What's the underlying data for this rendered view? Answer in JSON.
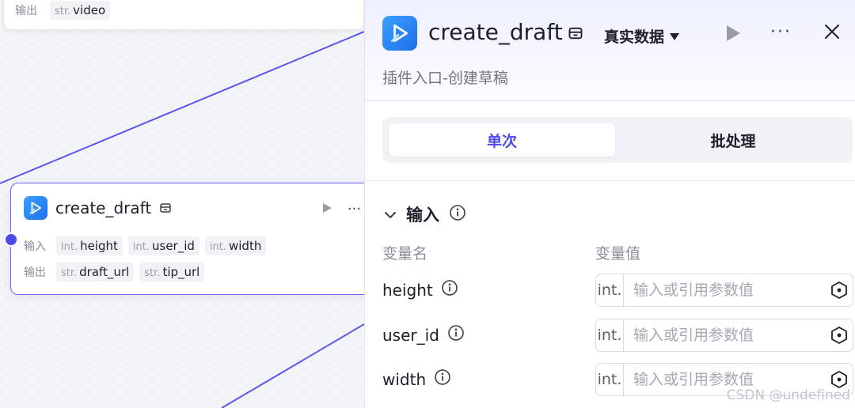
{
  "canvas": {
    "top_node": {
      "output_label": "输出",
      "outputs": [
        {
          "type": "str.",
          "name": "video"
        }
      ]
    },
    "node": {
      "title": "create_draft",
      "input_label": "输入",
      "output_label": "输出",
      "inputs": [
        {
          "type": "int.",
          "name": "height"
        },
        {
          "type": "int.",
          "name": "user_id"
        },
        {
          "type": "int.",
          "name": "width"
        }
      ],
      "outputs": [
        {
          "type": "str.",
          "name": "draft_url"
        },
        {
          "type": "str.",
          "name": "tip_url"
        }
      ],
      "more_label": "···"
    },
    "edge_color": "#5b58e8"
  },
  "panel": {
    "title": "create_draft",
    "mode_label": "真实数据",
    "more_label": "···",
    "description": "插件入口-创建草稿",
    "tabs": [
      {
        "label": "单次",
        "active": true
      },
      {
        "label": "批处理",
        "active": false
      }
    ],
    "section_title": "输入",
    "col_name": "变量名",
    "col_value": "变量值",
    "params": [
      {
        "name": "height",
        "type": "int.",
        "placeholder": "输入或引用参数值"
      },
      {
        "name": "user_id",
        "type": "int.",
        "placeholder": "输入或引用参数值"
      },
      {
        "name": "width",
        "type": "int.",
        "placeholder": "输入或引用参数值"
      }
    ]
  },
  "watermark": "CSDN @undefined",
  "colors": {
    "accent": "#4d4ae8",
    "icon_blue": "#1f6fe8"
  }
}
